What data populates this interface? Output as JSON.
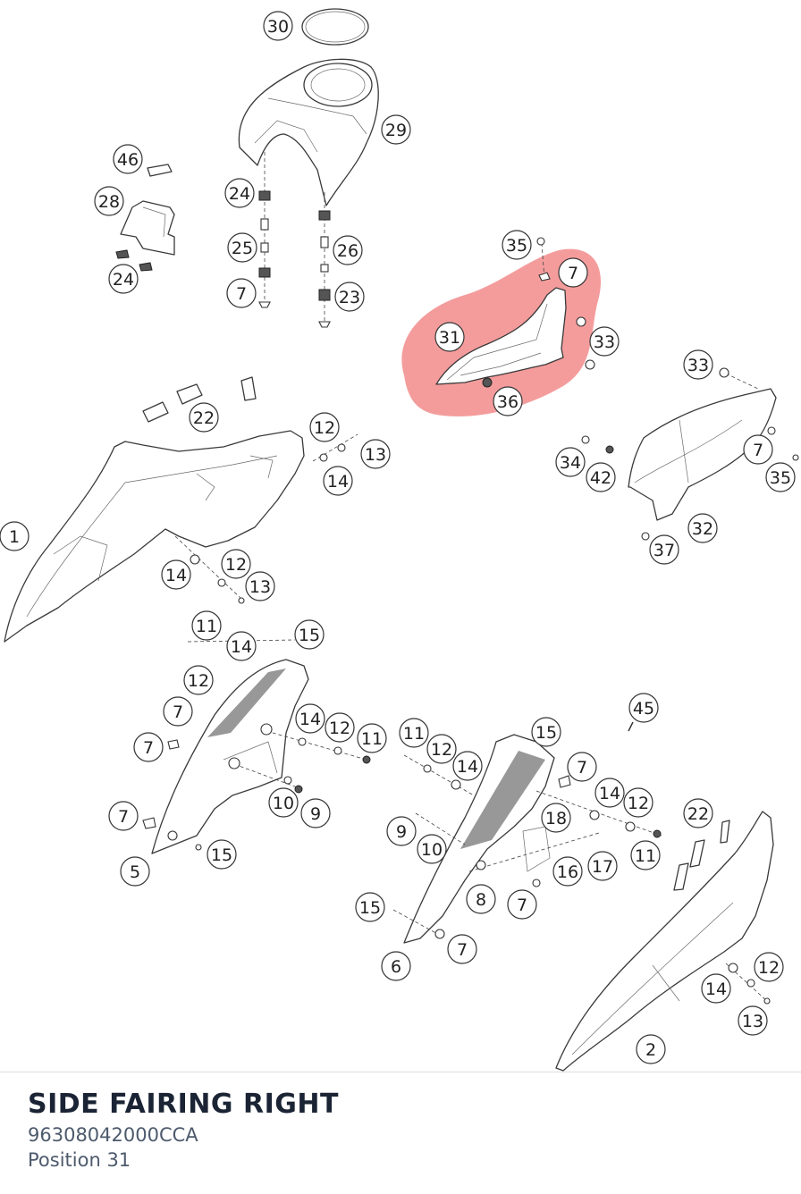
{
  "part": {
    "name": "SIDE FAIRING RIGHT",
    "number": "96308042000CCA",
    "position": "Position 31"
  },
  "highlight": {
    "part_ref": "31",
    "color": "#f28b8b"
  },
  "callouts": [
    {
      "ref": "30"
    },
    {
      "ref": "29"
    },
    {
      "ref": "46"
    },
    {
      "ref": "28"
    },
    {
      "ref": "24"
    },
    {
      "ref": "24"
    },
    {
      "ref": "25"
    },
    {
      "ref": "26"
    },
    {
      "ref": "7"
    },
    {
      "ref": "23"
    },
    {
      "ref": "35"
    },
    {
      "ref": "7"
    },
    {
      "ref": "31"
    },
    {
      "ref": "33"
    },
    {
      "ref": "36"
    },
    {
      "ref": "33"
    },
    {
      "ref": "22"
    },
    {
      "ref": "12"
    },
    {
      "ref": "13"
    },
    {
      "ref": "14"
    },
    {
      "ref": "1"
    },
    {
      "ref": "34"
    },
    {
      "ref": "42"
    },
    {
      "ref": "7"
    },
    {
      "ref": "35"
    },
    {
      "ref": "32"
    },
    {
      "ref": "37"
    },
    {
      "ref": "14"
    },
    {
      "ref": "12"
    },
    {
      "ref": "13"
    },
    {
      "ref": "11"
    },
    {
      "ref": "14"
    },
    {
      "ref": "15"
    },
    {
      "ref": "12"
    },
    {
      "ref": "7"
    },
    {
      "ref": "7"
    },
    {
      "ref": "14"
    },
    {
      "ref": "12"
    },
    {
      "ref": "11"
    },
    {
      "ref": "10"
    },
    {
      "ref": "9"
    },
    {
      "ref": "7"
    },
    {
      "ref": "15"
    },
    {
      "ref": "5"
    },
    {
      "ref": "11"
    },
    {
      "ref": "12"
    },
    {
      "ref": "14"
    },
    {
      "ref": "15"
    },
    {
      "ref": "7"
    },
    {
      "ref": "45"
    },
    {
      "ref": "14"
    },
    {
      "ref": "12"
    },
    {
      "ref": "18"
    },
    {
      "ref": "9"
    },
    {
      "ref": "10"
    },
    {
      "ref": "11"
    },
    {
      "ref": "16"
    },
    {
      "ref": "17"
    },
    {
      "ref": "8"
    },
    {
      "ref": "7"
    },
    {
      "ref": "15"
    },
    {
      "ref": "7"
    },
    {
      "ref": "6"
    },
    {
      "ref": "22"
    },
    {
      "ref": "12"
    },
    {
      "ref": "14"
    },
    {
      "ref": "13"
    },
    {
      "ref": "2"
    }
  ]
}
